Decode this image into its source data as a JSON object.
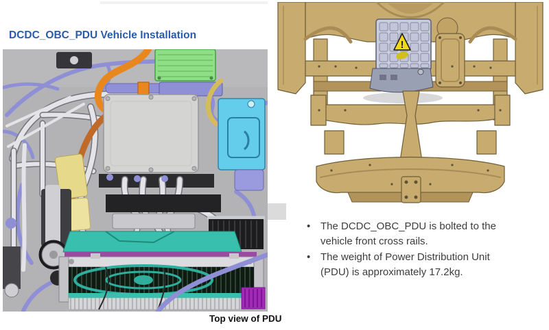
{
  "title": {
    "text": "DCDC_OBC_PDU Vehicle Installation",
    "color": "#2a5caa"
  },
  "left_figure": {
    "caption": "Top view of PDU",
    "name": "engine-bay-top-view-cad-render",
    "colors": {
      "background": "#b3b3b5",
      "pdu_gray": "#d4d4d2",
      "ecu_green": "#8ede85",
      "battery_cyan": "#64cdec",
      "cable_orange": "#e8871e",
      "cable_copper": "#c06a2a",
      "hose_purple": "#8f8fd6",
      "radiator_teal": "#38bfae",
      "condenser_magenta": "#a32ab5",
      "block_yellow": "#e6d98a",
      "pipe_silver": "#e4e4e8"
    }
  },
  "right_figure": {
    "name": "vehicle-front-chassis-cad-render-with-pdu",
    "warning_symbol": "!",
    "colors": {
      "chassis_tan": "#c8ab6e",
      "chassis_dark": "#6e5d38",
      "chassis_shade": "#b2935a",
      "pdu_cover": "#c9cddc",
      "pdu_base": "#9aa0b4",
      "warning_yellow": "#f2d918"
    }
  },
  "notes": {
    "items": [
      "The DCDC_OBC_PDU is bolted to the vehicle front cross rails.",
      "The weight of Power Distribution Unit (PDU) is approximately 17.2kg."
    ]
  }
}
